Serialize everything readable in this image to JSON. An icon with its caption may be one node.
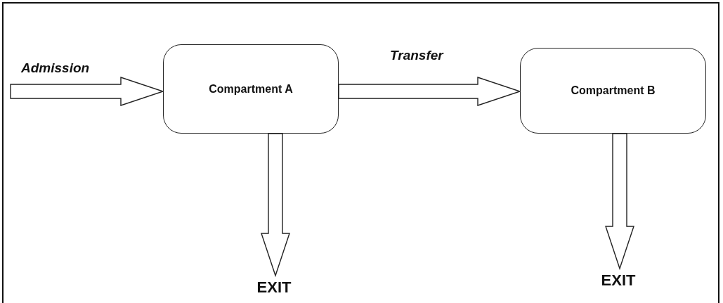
{
  "diagram": {
    "nodes": [
      {
        "text": [
          "Compartment A"
        ]
      },
      {
        "text": [
          "Compartment B"
        ]
      },
      {
        "text": [
          "EXIT"
        ]
      },
      {
        "text": [
          "EXIT"
        ]
      }
    ],
    "edges": [
      {
        "from": null,
        "to": 0,
        "arrow": "to",
        "label": "Admission"
      },
      {
        "from": 0,
        "to": 1,
        "arrow": "to",
        "label": "Transfer"
      },
      {
        "from": 0,
        "to": 2,
        "arrow": "to"
      },
      {
        "from": 1,
        "to": 3,
        "arrow": "to"
      }
    ]
  }
}
